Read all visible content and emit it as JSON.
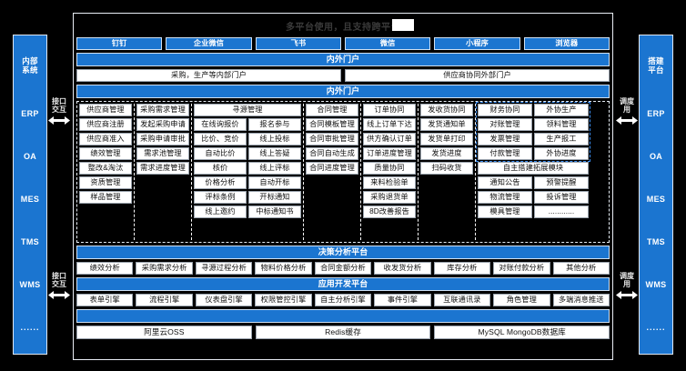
{
  "title": {
    "text": "多平台使用，且支持跨平台",
    "accent": "#1B75D0"
  },
  "left_rail": {
    "header": "内部\n系统",
    "header_line1": "内部",
    "header_line2": "系统",
    "items": [
      "ERP",
      "OA",
      "MES",
      "TMS",
      "WMS"
    ],
    "dots": "......"
  },
  "right_rail": {
    "header_line1": "搭建",
    "header_line2": "平台",
    "items": [
      "ERP",
      "OA",
      "MES",
      "TMS",
      "WMS"
    ],
    "dots": "......"
  },
  "connectors": {
    "left_top_l1": "接口",
    "left_top_l2": "交互",
    "left_bottom_l1": "接口",
    "left_bottom_l2": "交互",
    "right_top_l1": "调度",
    "right_top_l2": "用",
    "right_bottom_l1": "调度",
    "right_bottom_l2": "用",
    "arrow": "⟷"
  },
  "platform_tabs": [
    "钉钉",
    "企业微信",
    "飞书",
    "微信",
    "小程序",
    "浏览器"
  ],
  "portal_bar_1": "内外门户",
  "portal_split": [
    "采购，生产等内部门户",
    "供应商协同外部门户"
  ],
  "portal_bar_2": "内外门户",
  "grid": {
    "col_supplier": {
      "header": "供应商管理",
      "items": [
        "供应商注册",
        "供应商准入",
        "绩效管理",
        "整改&淘汰",
        "资质管理",
        "样品管理"
      ]
    },
    "col_demand": {
      "header": "采购需求管理",
      "items": [
        "发起采购申请",
        "采购申请审批",
        "需求池管理",
        "需求进度管理"
      ]
    },
    "col_sourcing": {
      "header": "寻源管理",
      "pairs": [
        [
          "在线询报价",
          "报名参与"
        ],
        [
          "比价、竞价",
          "线上投标"
        ],
        [
          "自动比价",
          "线上答疑"
        ],
        [
          "核价",
          "线上评标"
        ],
        [
          "价格分析",
          "自动开标"
        ],
        [
          "评标条例",
          "开标通知"
        ],
        [
          "线上邀约",
          "中标通知书"
        ]
      ]
    },
    "col_contract": {
      "header": "合同管理",
      "items": [
        "合同模板管理",
        "合同审批管理",
        "合同自动生成",
        "合同进度管理"
      ]
    },
    "col_order": {
      "header": "订单协同",
      "items": [
        "线上订单下达",
        "供方确认订单",
        "订单进度管理",
        "质量协同",
        "来料检验单",
        "采购退货单",
        "8D改善报告"
      ]
    },
    "col_delivery": {
      "header": "发收货协同",
      "items": [
        "发货通知单",
        "发货单打印",
        "发货进度",
        "扫码收货"
      ]
    },
    "col_finance": {
      "header": "财务协同",
      "items": [
        "对账管理",
        "发票管理",
        "付款管理"
      ]
    },
    "col_outsourcing": {
      "header": "外协生产",
      "items": [
        "领料管理",
        "生产报工",
        "外协进度"
      ]
    },
    "extend": {
      "header": "自主搭建拓展模块",
      "pairs": [
        [
          "通知公告",
          "预警提醒"
        ],
        [
          "物流管理",
          "投诉管理"
        ],
        [
          "模具管理",
          "............"
        ]
      ]
    }
  },
  "decision": {
    "header": "决策分析平台",
    "items": [
      "绩效分析",
      "采购需求分析",
      "寻源过程分析",
      "物料价格分析",
      "合同金额分析",
      "收发货分析",
      "库存分析",
      "对账付款分析",
      "其他分析"
    ]
  },
  "appdev": {
    "header": "应用开发平台",
    "items": [
      "表单引擎",
      "流程引擎",
      "仪表盘引擎",
      "权限管控引擎",
      "自主分析引擎",
      "事件引擎",
      "互联通讯录",
      "角色管理",
      "多端消息推送"
    ]
  },
  "blank_bar": "",
  "infra": [
    "阿里云OSS",
    "Redis缓存",
    "MySQL MongoDB数据库"
  ]
}
